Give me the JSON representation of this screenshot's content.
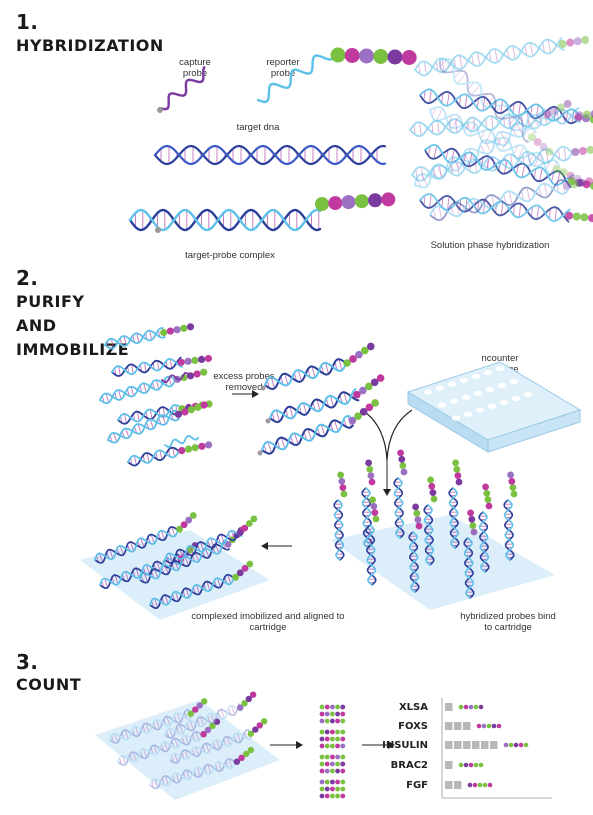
{
  "steps": [
    {
      "num": "1.",
      "title": "HYBRIDIZATION"
    },
    {
      "num": "2.",
      "title": "PURIFY AND IMMOBILIZE"
    },
    {
      "num": "3.",
      "title": "COUNT"
    }
  ],
  "labels": {
    "capture_probe": "capture probe",
    "reporter_probe": "reporter probe",
    "target_dna": "target dna",
    "target_probe_complex": "target-probe complex",
    "solution_phase": "Solution phase hybridization",
    "excess_removed": "excess probes removed",
    "ncounter_cartridge": "ncounter cartridge",
    "complexed_aligned": "complexed imobilized and aligned to cartridge",
    "hybridized_bind": "hybridized probes bind to cartridge"
  },
  "genes": [
    "XLSA",
    "FOXS",
    "INSULIN",
    "BRAC2",
    "FGF"
  ],
  "gene_counts": [
    1,
    3,
    6,
    1,
    2
  ],
  "colors": {
    "dark_blue": "#2a3f9a",
    "light_blue": "#5cc0e8",
    "purple": "#7a3aa0",
    "magenta": "#c0399e",
    "green": "#7ac142",
    "lavender": "#9b6fc2",
    "pale_blue": "#cfe8f7",
    "gray": "#b8b8b8"
  }
}
